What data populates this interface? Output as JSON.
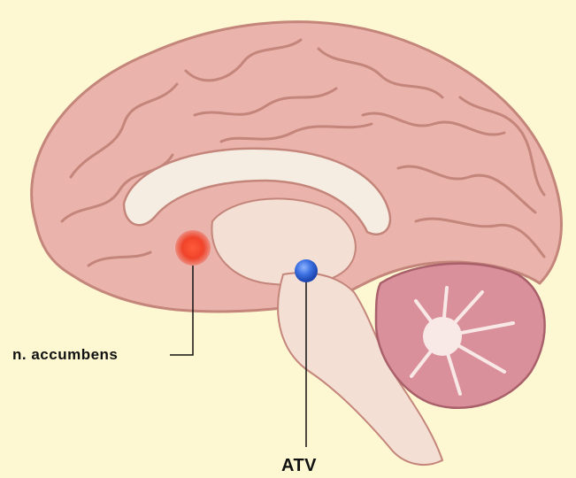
{
  "diagram": {
    "labels": {
      "accumbens": "n. accumbens",
      "atv": "ATV"
    },
    "markers": [
      {
        "name": "n. accumbens",
        "color": "#f0432a"
      },
      {
        "name": "ATV",
        "color": "#3a6fe0"
      }
    ],
    "colors": {
      "background": "#fdf8d2",
      "cortex": "#eab4ac",
      "cortex_dark": "#c4857b",
      "corpus_callosum": "#f6ede2",
      "brainstem": "#f3dfd3",
      "cerebellum": "#d9909a"
    }
  }
}
